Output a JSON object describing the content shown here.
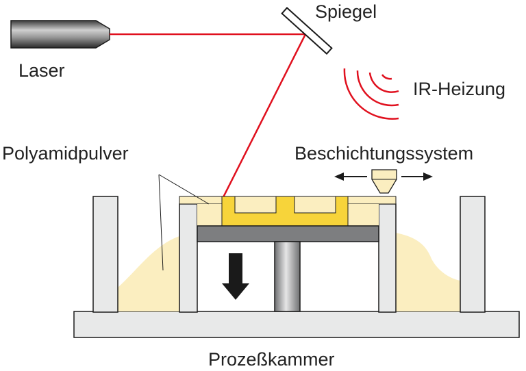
{
  "labels": {
    "laser": "Laser",
    "mirror": "Spiegel",
    "ir_heater": "IR-Heizung",
    "powder": "Polyamidpulver",
    "coating_system": "Beschichtungssystem",
    "process_chamber": "Prozeßkammer"
  },
  "colors": {
    "laser_beam": "#e0101e",
    "powder": "#fbeec0",
    "part": "#f7d43a",
    "wall": "#e8e9e9",
    "platform": "#7d7e80",
    "heater": "#e0101e",
    "outline": "#1a1a1a",
    "arrow": "#1a1a1a"
  },
  "icons": {
    "move_direction": "arrow-down-icon",
    "coater_motion": "left-right-arrow-icon"
  }
}
